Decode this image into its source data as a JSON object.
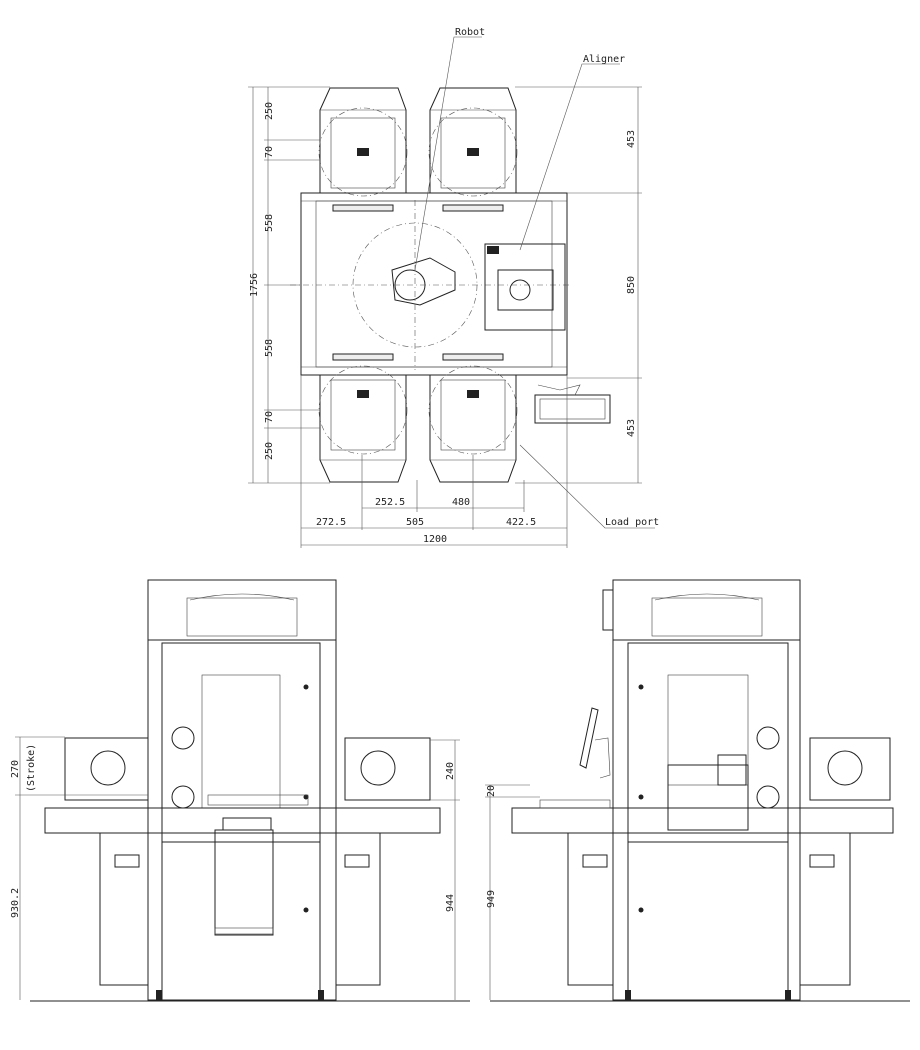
{
  "top_view": {
    "callouts": {
      "robot": "Robot",
      "aligner": "Aligner",
      "load_port": "Load port"
    },
    "left_dims": {
      "d1": "250",
      "d2": "70",
      "d3": "558",
      "d4": "558",
      "d5": "70",
      "d6": "250",
      "total": "1756"
    },
    "right_dims": {
      "d1": "453",
      "d2": "850",
      "d3": "453"
    },
    "bottom_dims": {
      "d1": "252.5",
      "d2": "480",
      "d3": "272.5",
      "d4": "505",
      "d5": "422.5",
      "total": "1200"
    }
  },
  "front_view": {
    "left_dims": {
      "stroke": "270",
      "stroke_note": "(Stroke)",
      "height": "930.2"
    },
    "right_dims": {
      "d1": "240",
      "height": "944"
    }
  },
  "side_view": {
    "left_dims": {
      "d1": "20",
      "height": "949"
    }
  }
}
